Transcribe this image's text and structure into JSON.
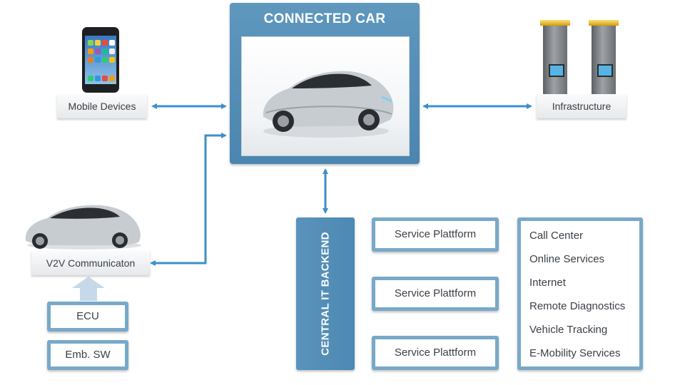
{
  "connected_car": {
    "title": "CONNECTED CAR"
  },
  "labels": {
    "mobile_devices": "Mobile Devices",
    "infrastructure": "Infrastructure",
    "v2v": "V2V Communicaton",
    "ecu": "ECU",
    "emb_sw": "Emb. SW"
  },
  "backend": {
    "title": "CENTRAL IT BACKEND",
    "platforms": [
      "Service Plattform",
      "Service Plattform",
      "Service Plattform"
    ],
    "services": [
      "Call Center",
      "Online Services",
      "Internet",
      "Remote Diagnostics",
      "Vehicle Tracking",
      "E-Mobility Services"
    ]
  },
  "colors": {
    "arrow": "#3d8fcb",
    "frame": "#78a9c8",
    "panel": "#5a93bb",
    "light_arrow": "#c5d9e8"
  }
}
